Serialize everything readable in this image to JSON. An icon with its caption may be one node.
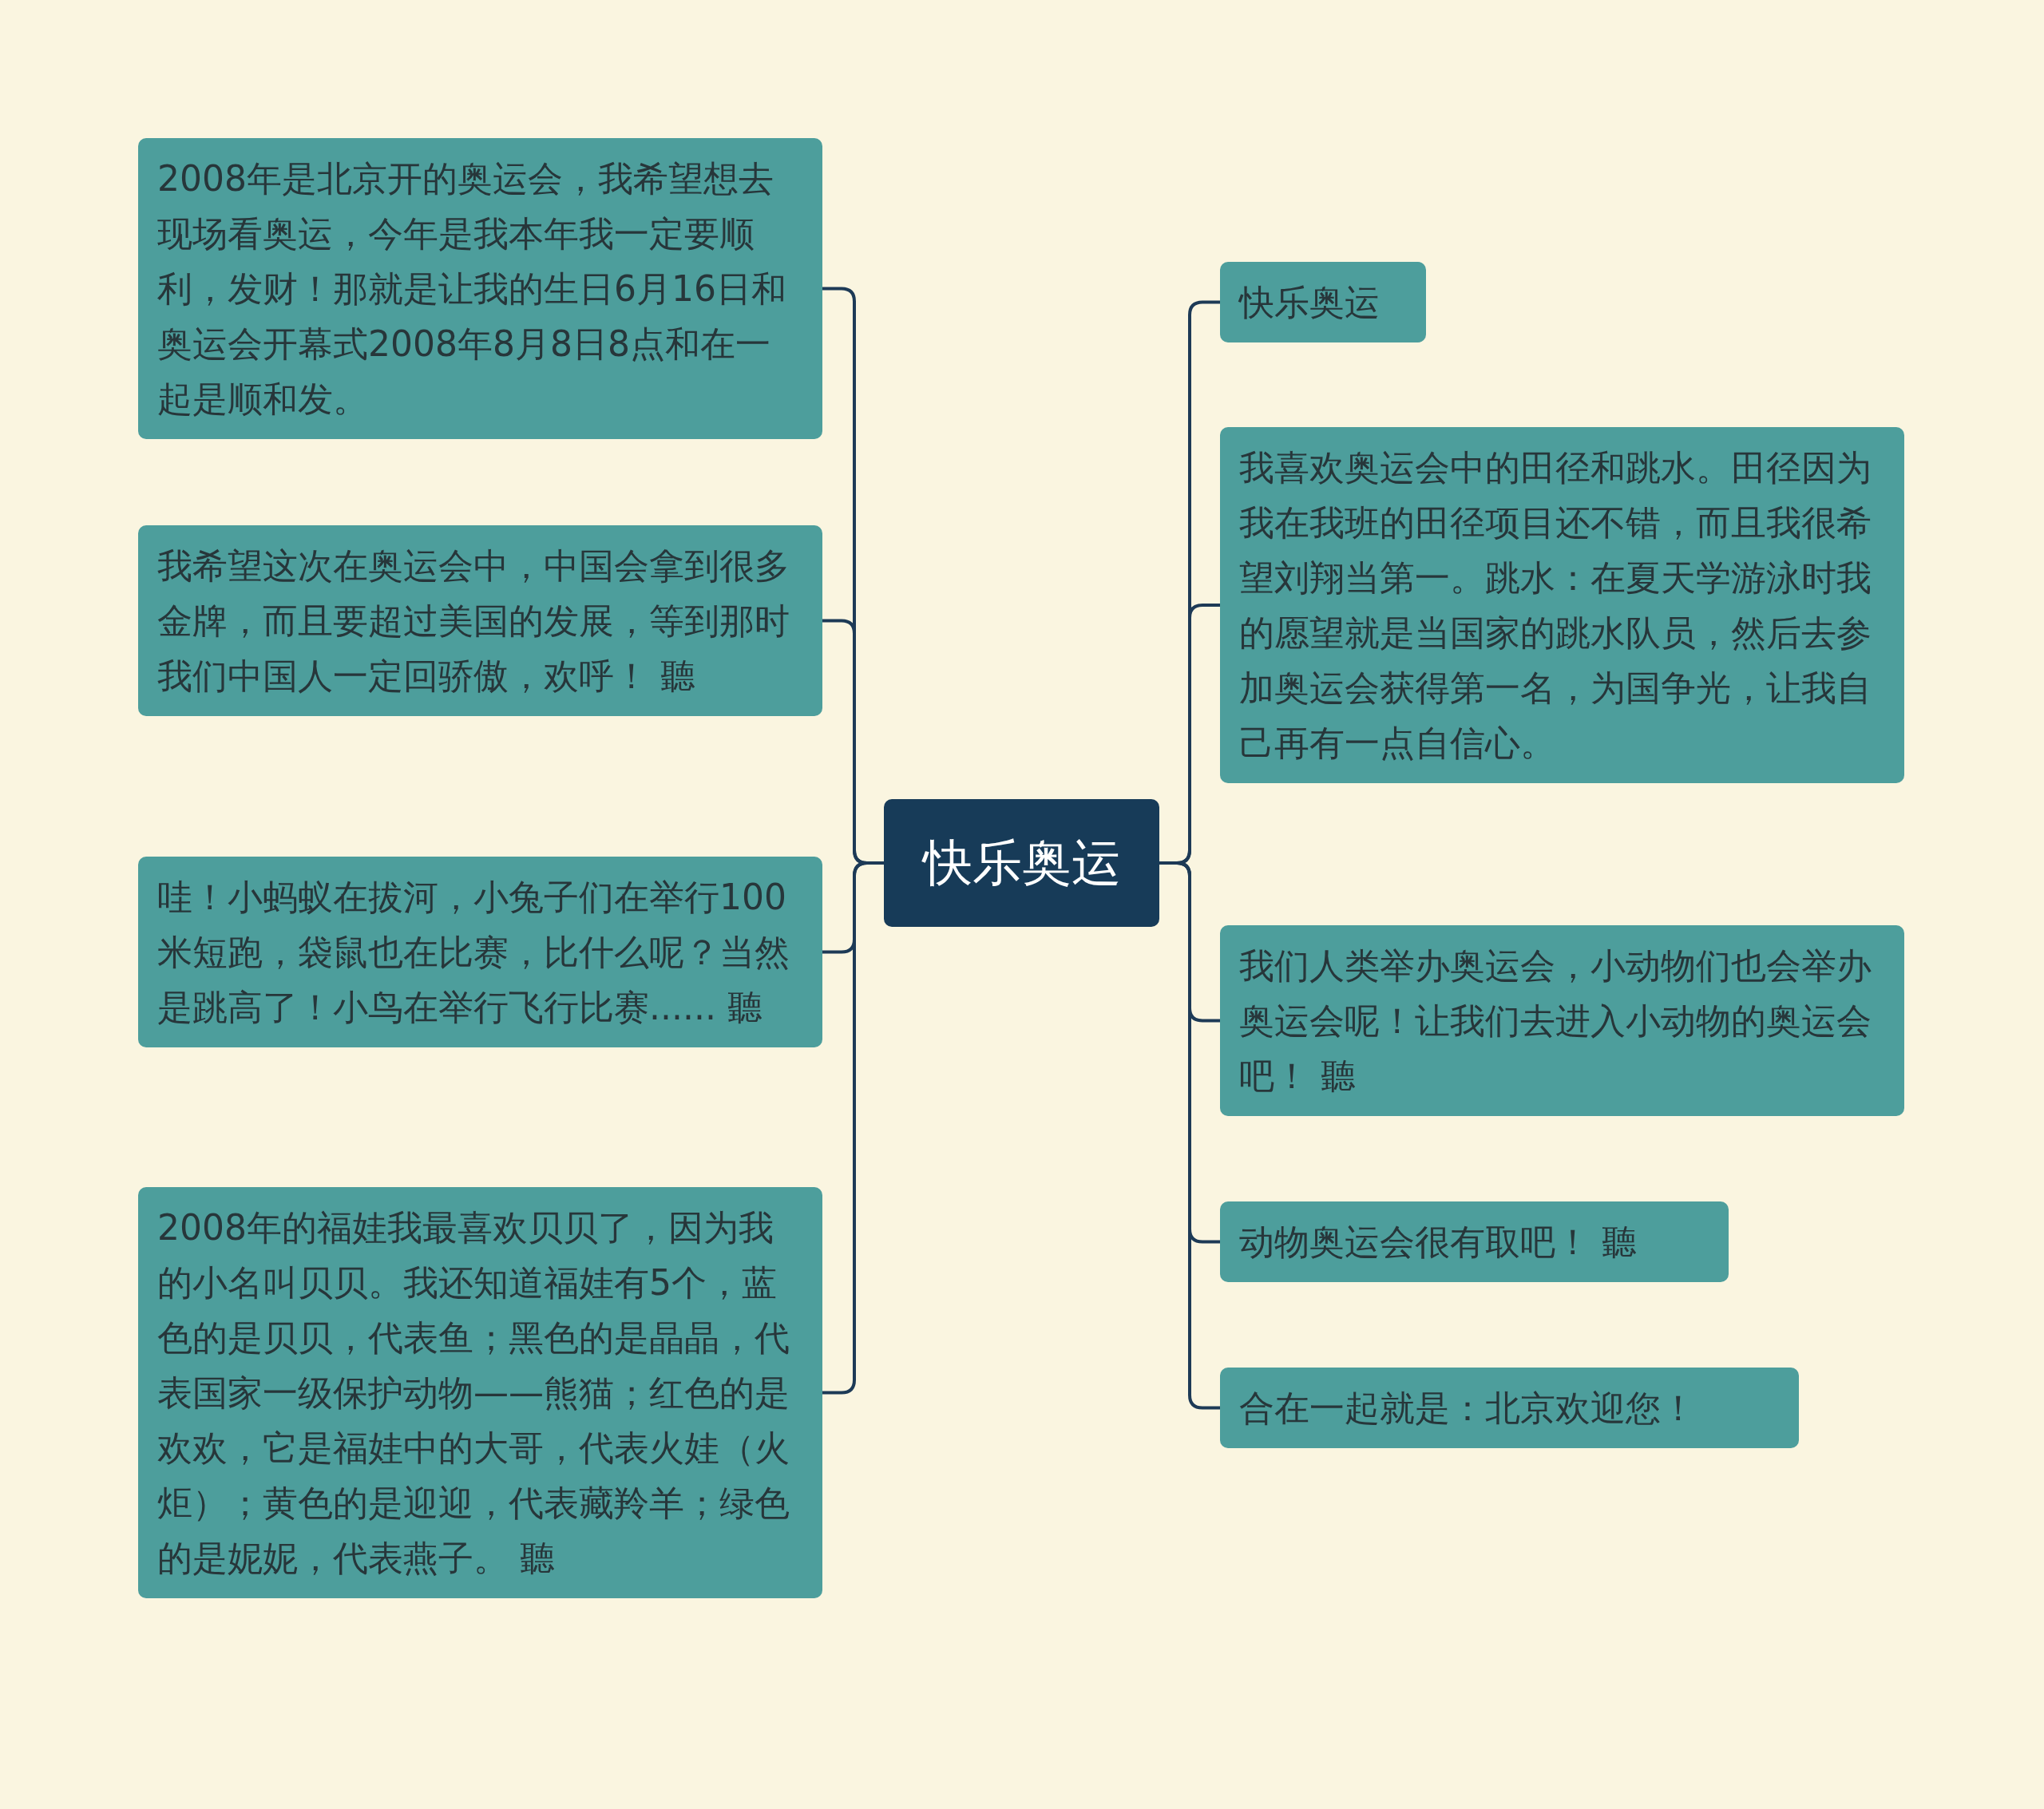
{
  "diagram": {
    "nodes": [
      {
        "text": [
          "快乐奥运"
        ]
      },
      {
        "text": [
          "2008年是北京开的奥运会，我希望想去现场看奥运，今年是我本年我一定要顺利，发财！那就是让我的生日6月16日和奥运会开幕式2008年8月8日8点和在一起是顺和发。"
        ]
      },
      {
        "text": [
          "我希望这次在奥运会中，中国会拿到很多金牌，而且要超过美国的发展，等到那时我们中国人一定回骄傲，欢呼！ 聽"
        ]
      },
      {
        "text": [
          "哇！小蚂蚁在拔河，小兔子们在举行100米短跑，袋鼠也在比赛，比什么呢？当然是跳高了！小鸟在举行飞行比赛...... 聽"
        ]
      },
      {
        "text": [
          "2008年的福娃我最喜欢贝贝了，因为我的小名叫贝贝。我还知道福娃有5个，蓝色的是贝贝，代表鱼；黑色的是晶晶，代表国家一级保护动物——熊猫；红色的是欢欢，它是福娃中的大哥，代表火娃（火炬）；黄色的是迎迎，代表藏羚羊；绿色的是妮妮，代表燕子。 聽"
        ]
      },
      {
        "text": [
          "快乐奥运"
        ]
      },
      {
        "text": [
          "我喜欢奥运会中的田径和跳水。田径因为我在我班的田径项目还不错，而且我很希望刘翔当第一。跳水：在夏天学游泳时我的愿望就是当国家的跳水队员，然后去参加奥运会获得第一名，为国争光，让我自己再有一点自信心。"
        ]
      },
      {
        "text": [
          "我们人类举办奥运会，小动物们也会举办奥运会呢！让我们去进入小动物的奥运会吧！ 聽"
        ]
      },
      {
        "text": [
          "动物奥运会很有取吧！ 聽"
        ]
      },
      {
        "text": [
          "合在一起就是：北京欢迎您！"
        ]
      }
    ],
    "edges": [
      {
        "from": 0,
        "to": 1,
        "arrow": "none"
      },
      {
        "from": 0,
        "to": 2,
        "arrow": "none"
      },
      {
        "from": 0,
        "to": 3,
        "arrow": "none"
      },
      {
        "from": 0,
        "to": 4,
        "arrow": "none"
      },
      {
        "from": 0,
        "to": 5,
        "arrow": "none"
      },
      {
        "from": 0,
        "to": 6,
        "arrow": "none"
      },
      {
        "from": 0,
        "to": 7,
        "arrow": "none"
      },
      {
        "from": 0,
        "to": 8,
        "arrow": "none"
      },
      {
        "from": 0,
        "to": 9,
        "arrow": "none"
      }
    ]
  }
}
